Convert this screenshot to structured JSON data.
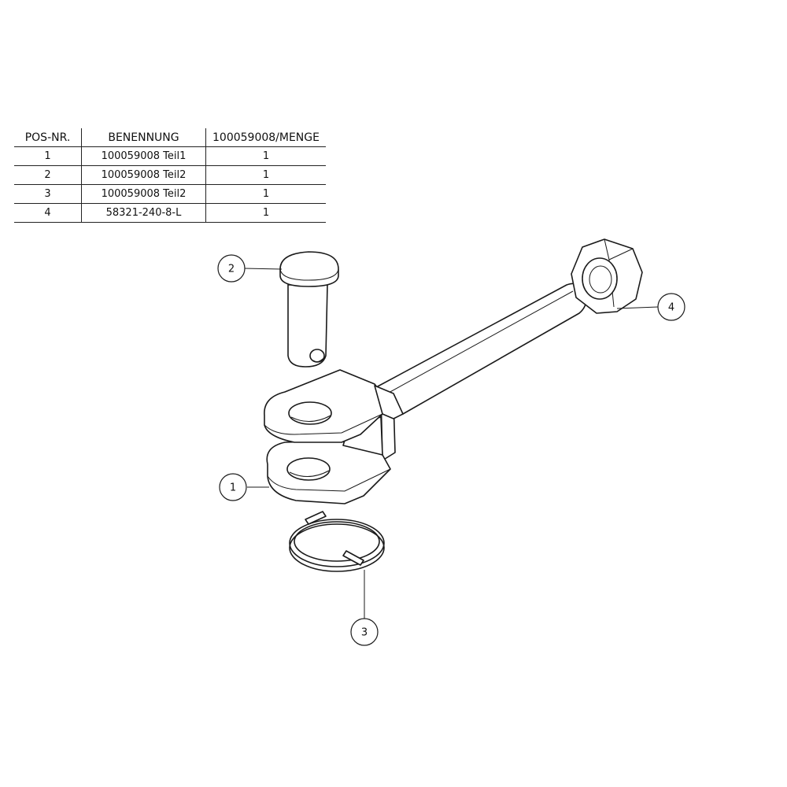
{
  "bom": {
    "headers": [
      "POS-NR.",
      "BENENNUNG",
      "100059008/MENGE"
    ],
    "rows": [
      {
        "pos": "1",
        "name": "100059008 Teil1",
        "qty": "1"
      },
      {
        "pos": "2",
        "name": "100059008 Teil2",
        "qty": "1"
      },
      {
        "pos": "3",
        "name": "100059008 Teil2",
        "qty": "1"
      },
      {
        "pos": "4",
        "name": "58321-240-8-L",
        "qty": "1"
      }
    ]
  },
  "balloons": {
    "b1": "1",
    "b2": "2",
    "b3": "3",
    "b4": "4"
  }
}
